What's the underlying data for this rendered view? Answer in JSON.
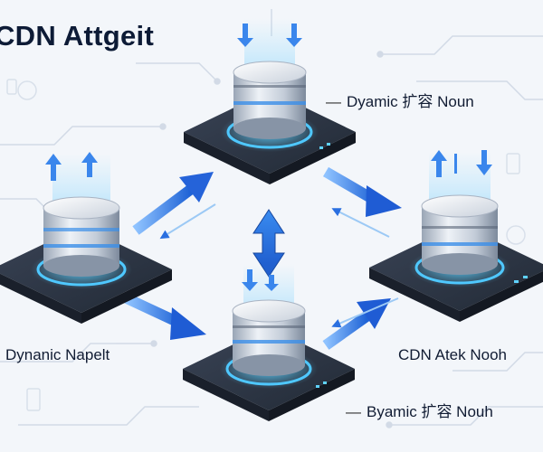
{
  "diagram": {
    "title": "CDN Attgeit",
    "labels": {
      "top_node": "Dyamic 扩容 Noun",
      "left_node": "Dynanic Napelt",
      "right_node": "CDN Atek Nooh",
      "bottom_node": "Byamic 扩容 Nouh"
    },
    "nodes": [
      {
        "id": "top-server-node",
        "icon": "database-server-icon"
      },
      {
        "id": "left-server-node",
        "icon": "database-server-icon"
      },
      {
        "id": "right-server-node",
        "icon": "database-server-icon"
      },
      {
        "id": "bottom-server-node",
        "icon": "database-server-icon"
      }
    ],
    "colors": {
      "accent_blue": "#2f7be6",
      "glow_cyan": "#45c6ff",
      "platform_dark": "#2b3342",
      "background": "#f3f6fa"
    }
  }
}
